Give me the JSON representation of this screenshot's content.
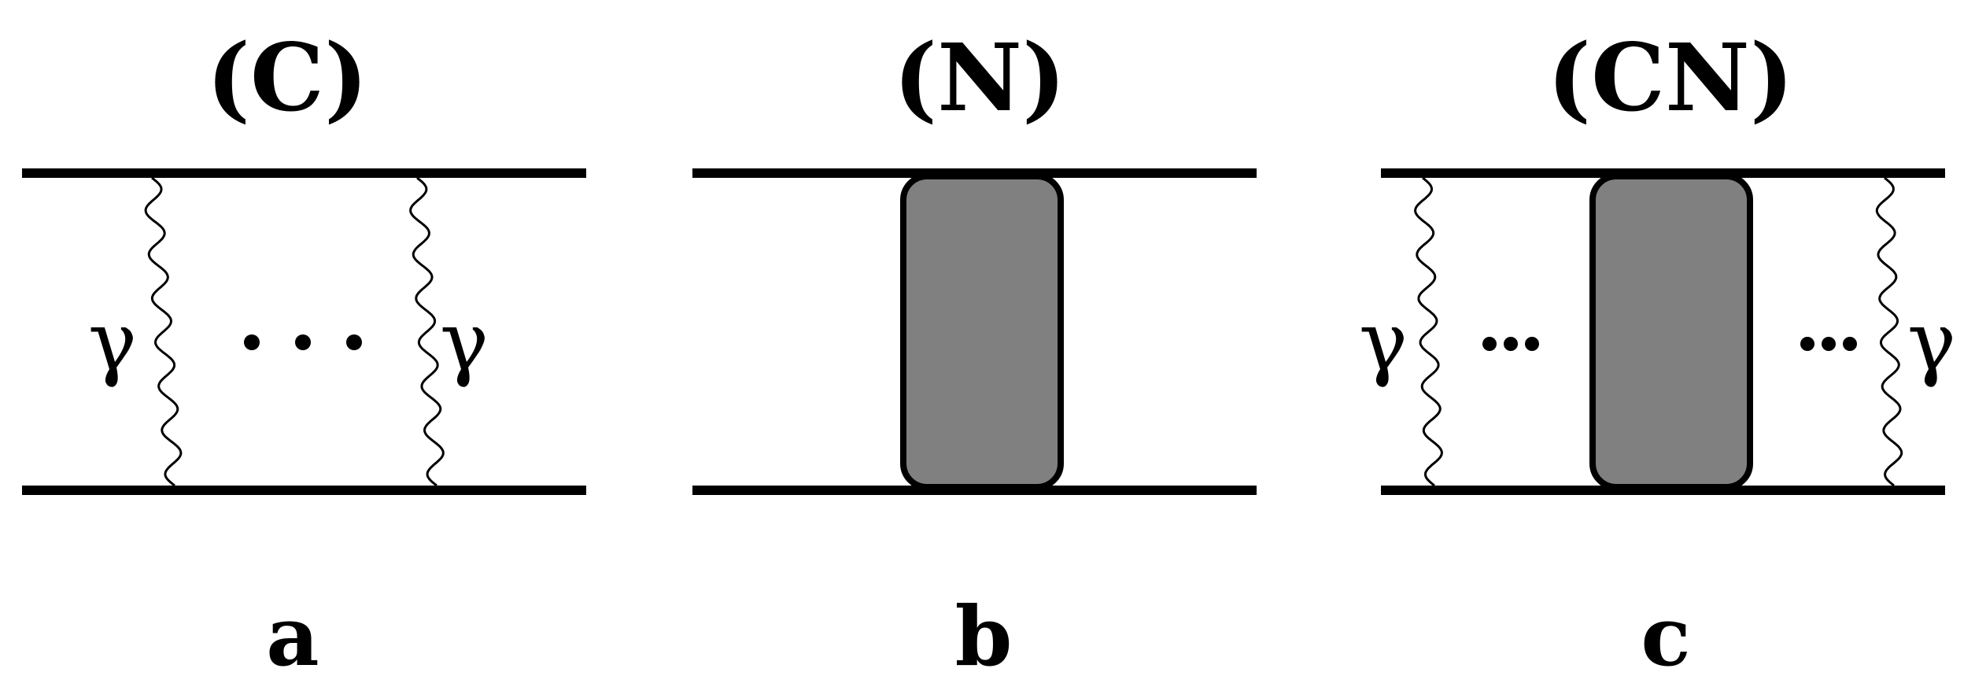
{
  "colors": {
    "line": "#000000",
    "blob_fill": "#808080",
    "background": "#ffffff"
  },
  "panels": [
    {
      "title": "(C)",
      "label": "a",
      "left_gamma": "γ",
      "right_gamma": "γ",
      "dots": "• • •"
    },
    {
      "title": "(N)",
      "label": "b"
    },
    {
      "title": "(CN)",
      "label": "c",
      "left_gamma": "γ",
      "right_gamma": "γ",
      "left_dots": "•••",
      "right_dots": "•••"
    }
  ]
}
